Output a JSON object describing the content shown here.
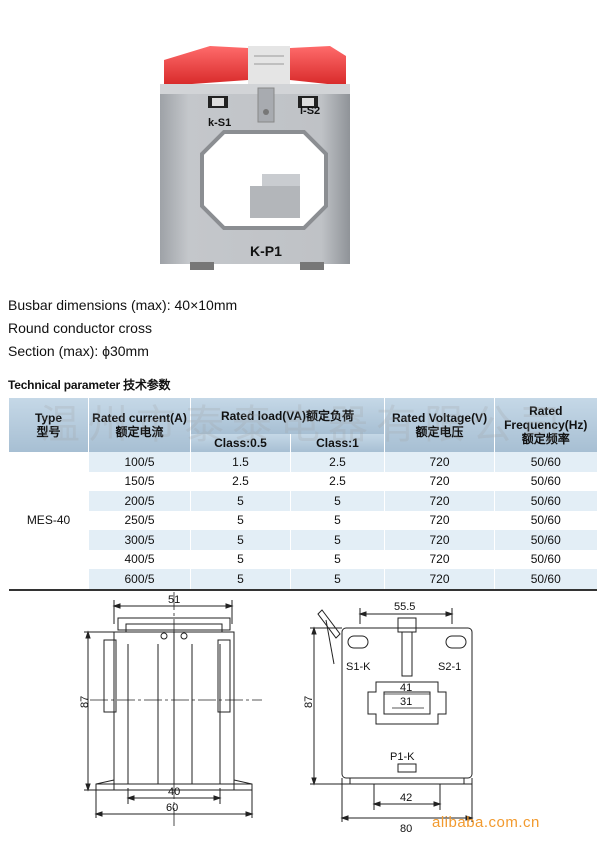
{
  "product": {
    "label_s1": "k-S1",
    "label_s2": "l-S2",
    "label_p1": "K-P1"
  },
  "specs": [
    "Busbar dimensions (max): 40×10mm",
    "Round conductor cross",
    "Section (max): ϕ30mm"
  ],
  "table_title": "Technical parameter 技术参数",
  "table": {
    "headers": {
      "type": "Type",
      "type_cn": "型号",
      "rated_current": "Rated current(A)",
      "rated_current_cn": "额定电流",
      "rated_load": "Rated load(VA)额定负荷",
      "class05": "Class:0.5",
      "class1": "Class:1",
      "rated_voltage": "Rated Voltage(V)",
      "rated_voltage_cn": "额定电压",
      "rated_frequency": "Rated Frequency(Hz)",
      "rated_frequency_cn": "额定频率"
    },
    "type_value": "MES-40",
    "rows": [
      {
        "current": "100/5",
        "c05": "1.5",
        "c1": "2.5",
        "voltage": "720",
        "freq": "50/60"
      },
      {
        "current": "150/5",
        "c05": "2.5",
        "c1": "2.5",
        "voltage": "720",
        "freq": "50/60"
      },
      {
        "current": "200/5",
        "c05": "5",
        "c1": "5",
        "voltage": "720",
        "freq": "50/60"
      },
      {
        "current": "250/5",
        "c05": "5",
        "c1": "5",
        "voltage": "720",
        "freq": "50/60"
      },
      {
        "current": "300/5",
        "c05": "5",
        "c1": "5",
        "voltage": "720",
        "freq": "50/60"
      },
      {
        "current": "400/5",
        "c05": "5",
        "c1": "5",
        "voltage": "720",
        "freq": "50/60"
      },
      {
        "current": "600/5",
        "c05": "5",
        "c1": "5",
        "voltage": "720",
        "freq": "50/60"
      }
    ]
  },
  "watermark": "温州市泰泰电器有限公司",
  "drawing_side": {
    "dim_top": "51",
    "dim_height": "87",
    "dim_inner": "40",
    "dim_bottom": "60"
  },
  "drawing_front": {
    "dim_top": "55.5",
    "label_s1k": "S1-K",
    "label_s21": "S2-1",
    "dim_window_outer": "41",
    "dim_window_inner": "31",
    "label_p1k": "P1-K",
    "dim_height": "87",
    "dim_foot": "42",
    "dim_bottom": "80"
  },
  "footer": "alibaba.com.cn",
  "colors": {
    "header_bg": "#b5cadb",
    "stripe": "#e3eef6",
    "cap_red": "#e23a3a",
    "body_gray": "#b9bcc0",
    "logo": "#f29a2e"
  }
}
